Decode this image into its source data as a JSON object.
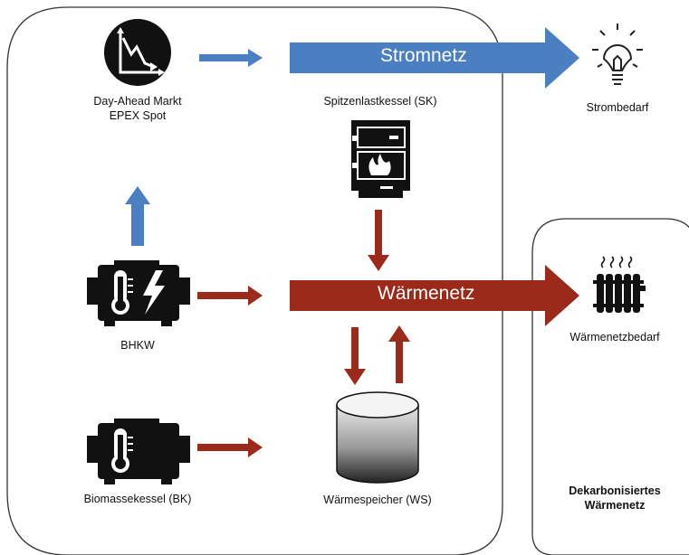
{
  "nodes": {
    "day_ahead": {
      "line1": "Day-Ahead Markt",
      "line2": "EPEX Spot"
    },
    "spitzenlast": {
      "label": "Spitzenlastkessel (SK)"
    },
    "bhkw": {
      "label": "BHKW"
    },
    "biomasse": {
      "label": "Biomassekessel (BK)"
    },
    "waermespeicher": {
      "label": "Wärmespeicher (WS)"
    },
    "strombedarf": {
      "label": "Strombedarf"
    },
    "waermenetzbedarf": {
      "label": "Wärmenetzbedarf"
    },
    "dekarbonisiert": {
      "line1": "Dekarbonisiertes",
      "line2": "Wärmenetz"
    }
  },
  "bars": {
    "stromnetz": "Stromnetz",
    "waermenetz": "Wärmenetz"
  },
  "colors": {
    "strom_blue": "#4a7fc1",
    "waerme_red": "#9b2a1b",
    "outline": "#333333",
    "icon_black": "#111111"
  }
}
